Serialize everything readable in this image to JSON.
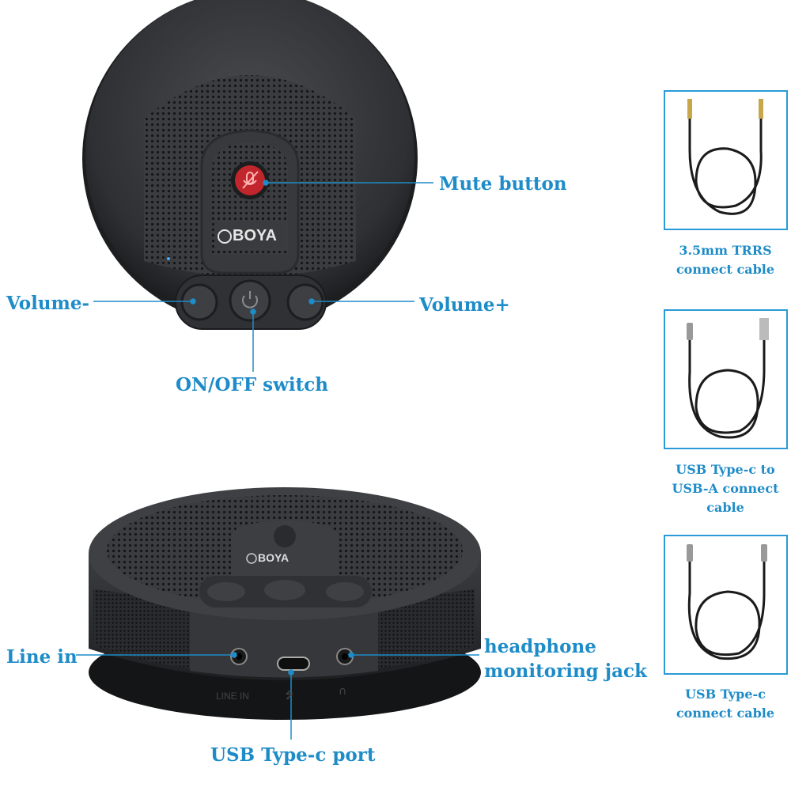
{
  "labels": {
    "mute": "Mute button",
    "vol_minus": "Volume-",
    "vol_plus": "Volume+",
    "onoff": "ON/OFF switch",
    "line_in": "Line in",
    "headphone_1": "headphone",
    "headphone_2": "monitoring jack",
    "usb_port": "USB Type-c port"
  },
  "device": {
    "brand": "BOYA",
    "port_label_line_in": "LINE IN",
    "usb_glyph": "⭍",
    "headphone_glyph": "🎧"
  },
  "accessories": [
    {
      "caption_lines": [
        "3.5mm TRRS",
        "connect cable"
      ]
    },
    {
      "caption_lines": [
        "USB Type-c to",
        "USB-A connect",
        "cable"
      ]
    },
    {
      "caption_lines": [
        "USB Type-c",
        "connect cable"
      ]
    }
  ],
  "colors": {
    "accent": "#1e8cc8",
    "device_dark": "#2f3134",
    "mute_red": "#c0262b"
  }
}
